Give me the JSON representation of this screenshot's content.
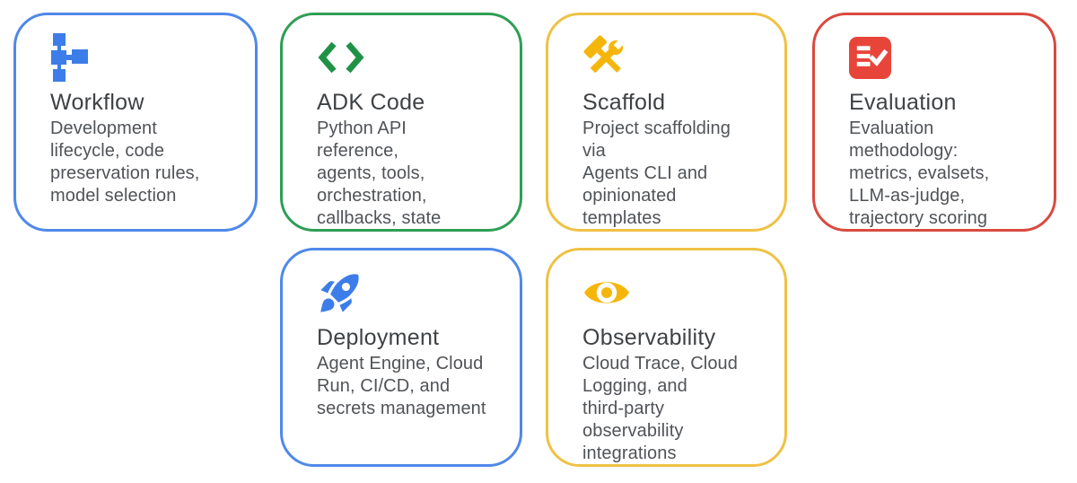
{
  "page": {
    "background": "#ffffff"
  },
  "cards": [
    {
      "title": "Workflow",
      "body": "Development\nlifecycle, code\npreservation rules,\nmodel selection",
      "accent": "#4f88ea",
      "icon_color": "#3d7de9",
      "icon": "workflow-icon"
    },
    {
      "title": "ADK Code",
      "body": "Python API reference,\nagents, tools,\norchestration,\ncallbacks, state",
      "accent": "#2f9e55",
      "icon_color": "#1f9246",
      "icon": "code-icon"
    },
    {
      "title": "Scaffold",
      "body": "Project scaffolding via\nAgents CLI and\nopinionated\ntemplates",
      "accent": "#efc145",
      "icon_color": "#f5b60b",
      "icon": "hammer-wrench-icon"
    },
    {
      "title": "Evaluation",
      "body": "Evaluation\nmethodology:\nmetrics, evalsets,\nLLM-as-judge,\ntrajectory scoring",
      "accent": "#d94a3f",
      "icon_color": "#e8453a",
      "icon": "checklist-icon"
    },
    {
      "title": "Deployment",
      "body": "Agent Engine, Cloud\nRun, CI/CD, and\nsecrets management",
      "accent": "#4f88ea",
      "icon_color": "#3d7de9",
      "icon": "rocket-icon"
    },
    {
      "title": "Observability",
      "body": "Cloud Trace, Cloud\nLogging, and\nthird-party\nobservability\nintegrations",
      "accent": "#efc145",
      "icon_color": "#f5b60b",
      "icon": "eye-icon"
    }
  ]
}
